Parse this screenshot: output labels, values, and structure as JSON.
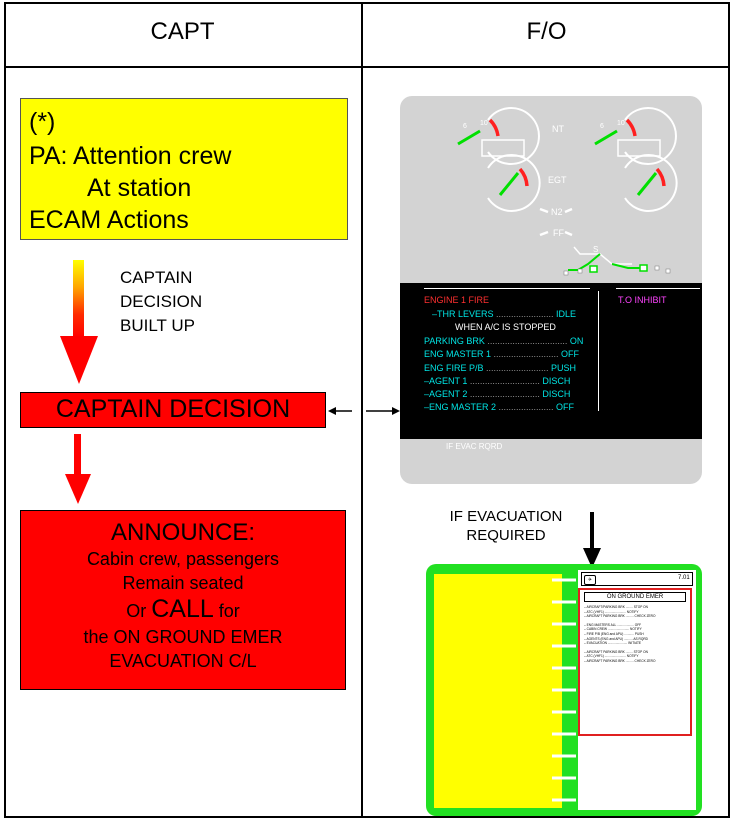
{
  "header": {
    "capt": "CAPT",
    "fo": "F/O"
  },
  "capt": {
    "memo_lines": [
      "(*)",
      "PA: Attention crew",
      "At station",
      "ECAM Actions"
    ],
    "decision_note": [
      "CAPTAIN",
      "DECISION",
      "BUILT UP"
    ],
    "decision_box": "CAPTAIN DECISION",
    "announce": {
      "title": "ANNOUNCE:",
      "line1": "Cabin crew, passengers",
      "line2": "Remain seated",
      "or_word": "Or",
      "call_word": "CALL",
      "for_word": "for",
      "line4": "the ON GROUND EMER",
      "line5": "EVACUATION C/L"
    }
  },
  "ecam": {
    "gauge_labels": {
      "nt": "NT",
      "egt": "EGT",
      "n2": "N2",
      "ff": "FF",
      "s": "S"
    },
    "warning_title": "ENGINE 1 FIRE",
    "inhibit": "T.O INHIBIT",
    "lines": [
      {
        "left": "–THR LEVERS",
        "dots": " ....................... ",
        "right": "IDLE"
      },
      {
        "left": "WHEN A/C IS STOPPED",
        "dots": "",
        "right": ""
      },
      {
        "left": "PARKING BRK",
        "dots": " ................................ ",
        "right": "ON"
      },
      {
        "left": "ENG MASTER 1",
        "dots": " .......................... ",
        "right": "OFF"
      },
      {
        "left": "ENG FIRE P/B",
        "dots": " ......................... ",
        "right": "PUSH"
      },
      {
        "left": "–AGENT 1",
        "dots": " ............................ ",
        "right": "DISCH"
      },
      {
        "left": "–AGENT 2",
        "dots": " ............................ ",
        "right": "DISCH"
      },
      {
        "left": "–ENG MASTER 2",
        "dots": " ...................... ",
        "right": "OFF"
      }
    ],
    "footer": "IF EVAC RQRD"
  },
  "evac_note": [
    "IF EVACUATION",
    "REQUIRED"
  ],
  "qrh": {
    "title": "ON GROUND EMER",
    "page_ref": "7.01",
    "checklist_groups": [
      [
        "– AIRCRAFT/PARKING BRK ........ STOP ON",
        "– ATC (VHF1) ........................ NOTIFY",
        "– AIRCRAFT PARKING BRK ......... CHECK ZERO"
      ],
      [
        "– ENG MASTERS ALL ................... OFF",
        "– CABIN CREW ........................ NOTIFY",
        "– FIRE P/B (ENG and APU) ........... PUSH",
        "– AGENTS (ENG and APU) .......... AS RQRD",
        "– EVACUATION ...................... INITIATE"
      ],
      [
        "– AIRCRAFT PARKING BRK ........ STOP ON",
        "– ATC (VHF1) ........................ NOTIFY",
        "– AIRCRAFT PARKING BRK ......... CHECK ZERO"
      ]
    ]
  },
  "colors": {
    "memo_yellow": "#ffff00",
    "decision_red": "#ff0000",
    "ecam_cyan": "#00e5e5",
    "ecam_red": "#ff3030",
    "ecam_magenta": "#ff44ff",
    "ecam_green": "#00e000",
    "qrh_green": "#22e022"
  }
}
